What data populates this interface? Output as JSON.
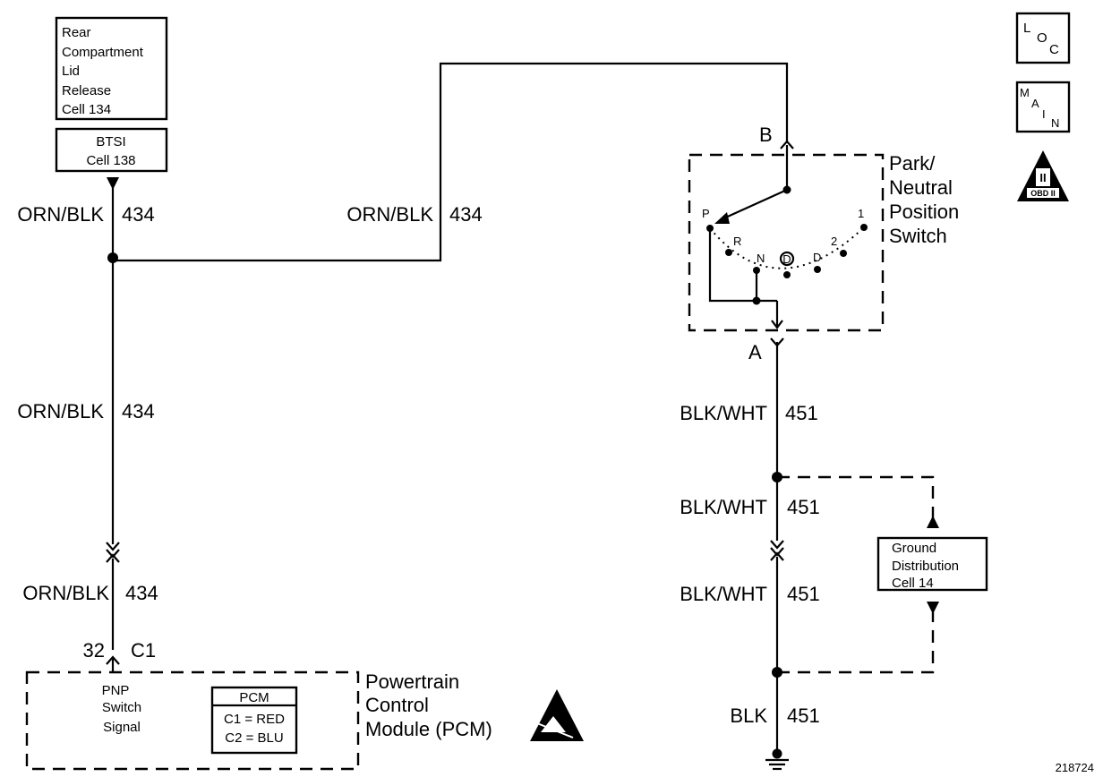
{
  "rear_lid_box": {
    "lines": [
      "Rear",
      "Compartment",
      "Lid",
      "Release",
      "Cell 134"
    ]
  },
  "btsi_box": {
    "lines": [
      "BTSI",
      "Cell 138"
    ]
  },
  "wire_labels": {
    "left_top": {
      "color": "ORN/BLK",
      "circuit": "434"
    },
    "top_middle": {
      "color": "ORN/BLK",
      "circuit": "434"
    },
    "left_mid": {
      "color": "ORN/BLK",
      "circuit": "434"
    },
    "left_low": {
      "color": "ORN/BLK",
      "circuit": "434"
    },
    "right_1": {
      "color": "BLK/WHT",
      "circuit": "451"
    },
    "right_2": {
      "color": "BLK/WHT",
      "circuit": "451"
    },
    "right_3": {
      "color": "BLK/WHT",
      "circuit": "451"
    },
    "right_4": {
      "color": "BLK",
      "circuit": "451"
    }
  },
  "pcm_connector": {
    "pin": "32",
    "connector": "C1"
  },
  "pnp_switch": {
    "title_lines": [
      "Park/",
      "Neutral",
      "Position",
      "Switch"
    ],
    "terminal_b": "B",
    "terminal_a": "A",
    "positions": [
      "P",
      "R",
      "N",
      "D",
      "D",
      "2",
      "1"
    ]
  },
  "pcm_box": {
    "signal_lines": [
      "PNP",
      "Switch",
      "Signal"
    ],
    "legend_title": "PCM",
    "legend_lines": [
      "C1 = RED",
      "C2 = BLU"
    ],
    "name_lines": [
      "Powertrain",
      "Control",
      "Module (PCM)"
    ]
  },
  "ground_box": {
    "lines": [
      "Ground",
      "Distribution",
      "Cell 14"
    ]
  },
  "icons": {
    "loc": {
      "l": "L",
      "o": "O",
      "c": "C"
    },
    "main": {
      "m": "M",
      "a": "A",
      "i": "I",
      "n": "N"
    },
    "obd": {
      "numeral": "II",
      "text": "OBD II"
    }
  },
  "figure_number": "218724"
}
